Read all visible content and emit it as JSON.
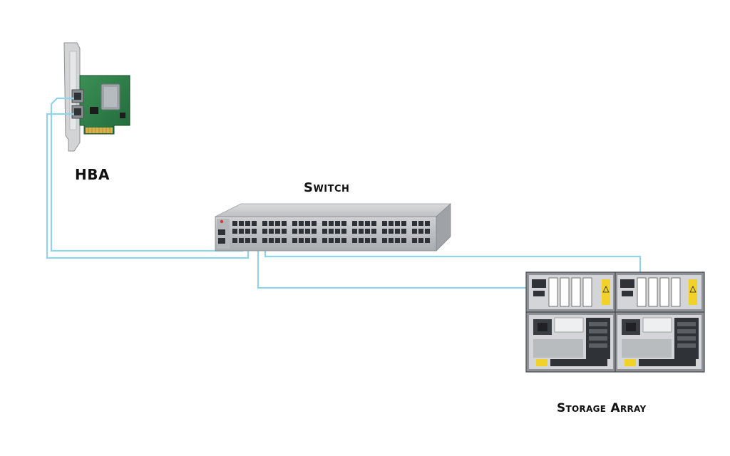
{
  "labels": {
    "hba": "HBA",
    "switch": "Switch",
    "storage": "Storage Array"
  },
  "colors": {
    "cable": "#8fd3ec",
    "device_dark": "#3a3d42",
    "device_light": "#c7c9cc",
    "pcb": "#2e7d4a",
    "warning": "#f0d22a"
  }
}
